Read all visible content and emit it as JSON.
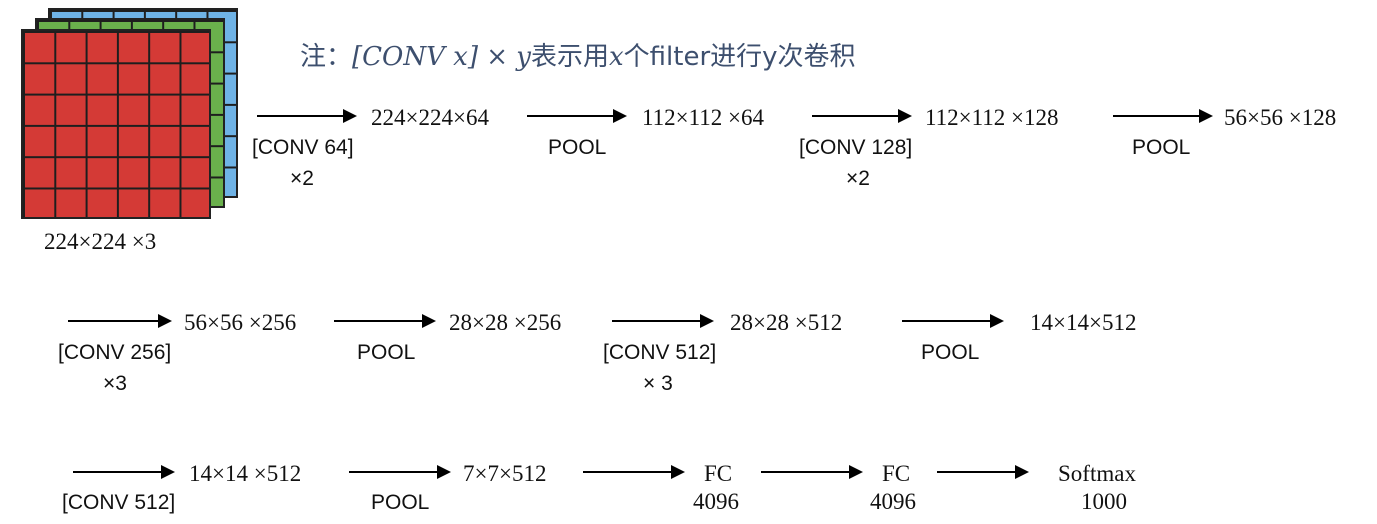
{
  "note": {
    "prefix": "注：",
    "formula": "[CONV x] × y",
    "text1": "表示用",
    "var_x": "x",
    "text2": "个filter进行y次卷积"
  },
  "input_label": "224×224 ×3",
  "row1": {
    "op1": "[CONV 64]",
    "op1_mult": "×2",
    "dim1": "224×224×64",
    "op2": "POOL",
    "dim2": "112×112 ×64",
    "op3": "[CONV 128]",
    "op3_mult": "×2",
    "dim3": "112×112 ×128",
    "op4": "POOL",
    "dim4": "56×56 ×128"
  },
  "row2": {
    "op1": "[CONV 256]",
    "op1_mult": "×3",
    "dim1": "56×56 ×256",
    "op2": "POOL",
    "dim2": "28×28 ×256",
    "op3": "[CONV 512]",
    "op3_mult": "× 3",
    "dim3": "28×28 ×512",
    "op4": "POOL",
    "dim4": "14×14×512"
  },
  "row3": {
    "op1": "[CONV 512]",
    "dim1": "14×14 ×512",
    "op2": "POOL",
    "dim2": "7×7×512",
    "fc1": "FC",
    "fc1_units": "4096",
    "fc2": "FC",
    "fc2_units": "4096",
    "softmax": "Softmax",
    "softmax_units": "1000"
  }
}
